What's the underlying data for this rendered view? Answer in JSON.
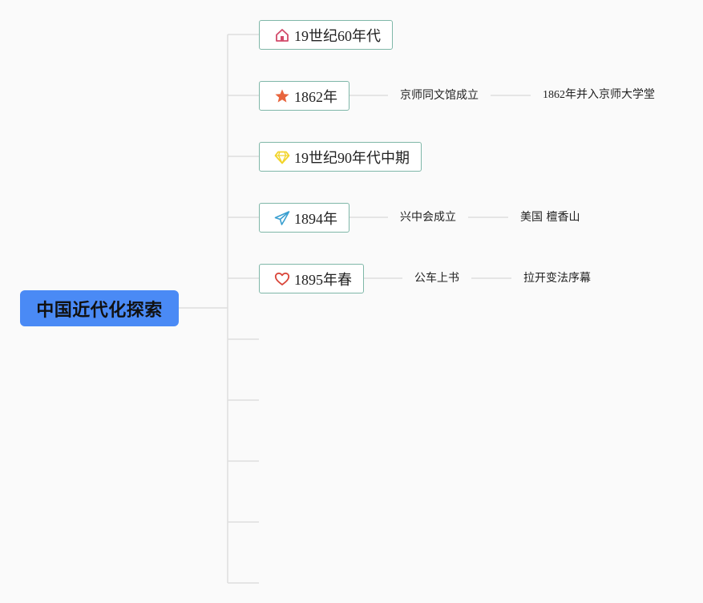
{
  "root": {
    "label": "中国近代化探索"
  },
  "branches": [
    {
      "label": "19世纪60年代",
      "icon": "house-icon",
      "icon_color": "#d24a6a",
      "children": []
    },
    {
      "label": "1862年",
      "icon": "star-icon",
      "icon_color": "#e8643c",
      "children": [
        "京师同文馆成立",
        "1862年并入京师大学堂"
      ]
    },
    {
      "label": "19世纪90年代中期",
      "icon": "diamond-icon",
      "icon_color": "#f2d42a",
      "children": []
    },
    {
      "label": "1894年",
      "icon": "paper-plane-icon",
      "icon_color": "#3a9fd0",
      "children": [
        "兴中会成立",
        "美国 檀香山"
      ]
    },
    {
      "label": "1895年春",
      "icon": "heart-icon",
      "icon_color": "#d9463a",
      "children": [
        "公车上书",
        "拉开变法序幕"
      ]
    }
  ],
  "empty_branch_count": 5,
  "colors": {
    "root_fill": "#4a8af5",
    "node_border": "#7fb7a8",
    "connector": "#dedede",
    "background": "#fafafa"
  }
}
